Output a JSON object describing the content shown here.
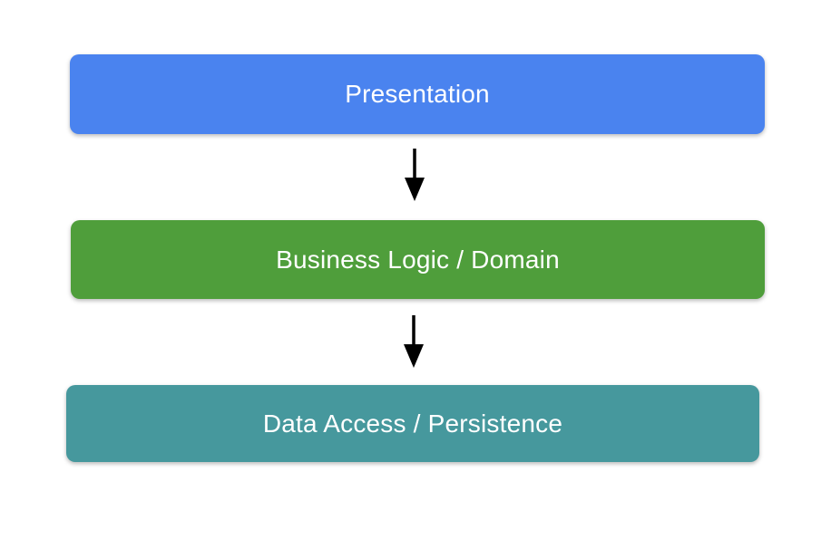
{
  "diagram": {
    "background_color": "#ffffff",
    "text_color": "#ffffff",
    "arrow_color": "#000000",
    "layers": [
      {
        "label": "Presentation",
        "color": "#4a83ef"
      },
      {
        "label": "Business Logic / Domain",
        "color": "#4f9e3b"
      },
      {
        "label": "Data Access / Persistence",
        "color": "#46989d"
      }
    ],
    "arrows": [
      {
        "from": "Presentation",
        "to": "Business Logic / Domain"
      },
      {
        "from": "Business Logic / Domain",
        "to": "Data Access / Persistence"
      }
    ]
  }
}
